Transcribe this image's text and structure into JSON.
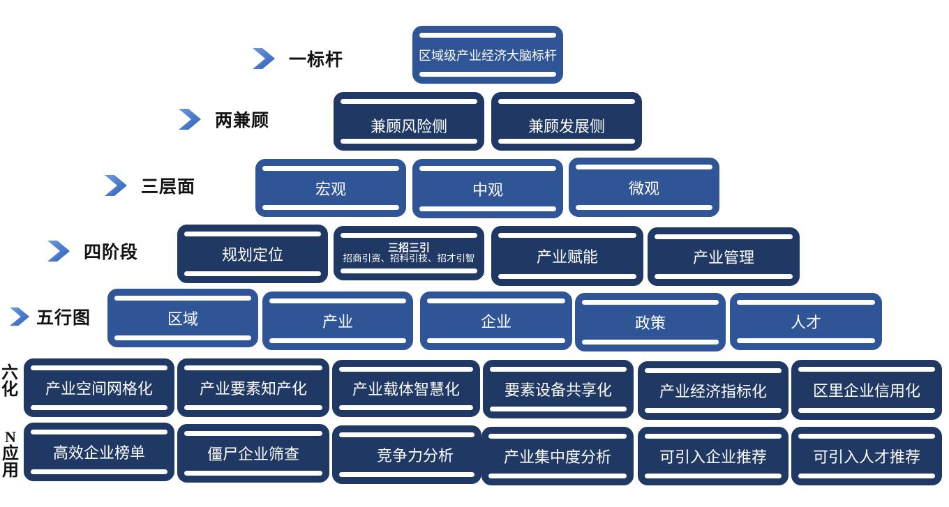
{
  "levels": {
    "l1": "一标杆",
    "l2": "两兼顾",
    "l3": "三层面",
    "l4": "四阶段",
    "l5": "五行图",
    "l6_a": "六",
    "l6_b": "化",
    "l7_a": "N",
    "l7_b": "应",
    "l7_c": "用"
  },
  "row1": [
    "区域级产业经济大脑标杆"
  ],
  "row2": [
    "兼顾风险侧",
    "兼顾发展侧"
  ],
  "row3": [
    "宏观",
    "中观",
    "微观"
  ],
  "row4": {
    "b1": "规划定位",
    "b2_title": "三招三引",
    "b2_sub": "招商引资、招科引技、招才引智",
    "b3": "产业赋能",
    "b4": "产业管理"
  },
  "row5": [
    "区域",
    "产业",
    "企业",
    "政策",
    "人才"
  ],
  "row6": [
    "产业空间网格化",
    "产业要素知产化",
    "产业载体智慧化",
    "要素设备共享化",
    "产业经济指标化",
    "区里企业信用化"
  ],
  "row7": [
    "高效企业榜单",
    "僵尸企业筛查",
    "竞争力分析",
    "产业集中度分析",
    "可引入企业推荐",
    "可引入人才推荐"
  ],
  "colors": {
    "dark": "#1f3864",
    "mid": "#2f5597",
    "chevron": "#4472c4"
  }
}
